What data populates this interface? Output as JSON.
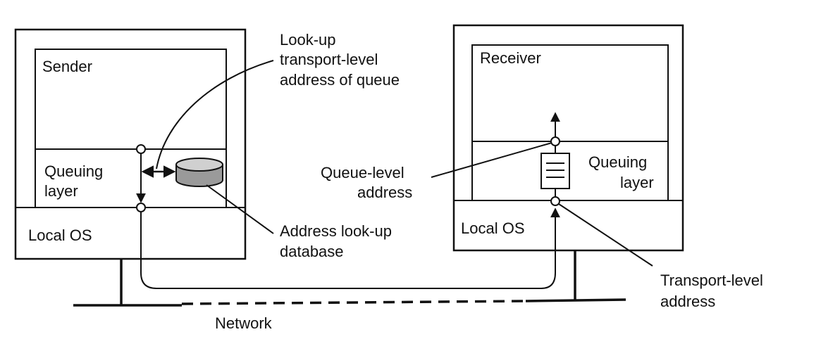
{
  "sender": {
    "app_label": "Sender",
    "queue_label_line1": "Queuing",
    "queue_label_line2": "layer",
    "os_label": "Local OS"
  },
  "receiver": {
    "app_label": "Receiver",
    "queue_label_line1": "Queuing",
    "queue_label_line2": "layer",
    "os_label": "Local OS"
  },
  "annotations": {
    "lookup_line1": "Look-up",
    "lookup_line2": "transport-level",
    "lookup_line3": "address of queue",
    "database_line1": "Address look-up",
    "database_line2": "database",
    "queue_addr_line1": "Queue-level",
    "queue_addr_line2": "address",
    "transport_addr_line1": "Transport-level",
    "transport_addr_line2": "address"
  },
  "network": {
    "label": "Network"
  },
  "colors": {
    "ink": "#111111",
    "database_fill": "#9a9a9a",
    "database_top": "#d0d0d0",
    "background": "#ffffff"
  }
}
